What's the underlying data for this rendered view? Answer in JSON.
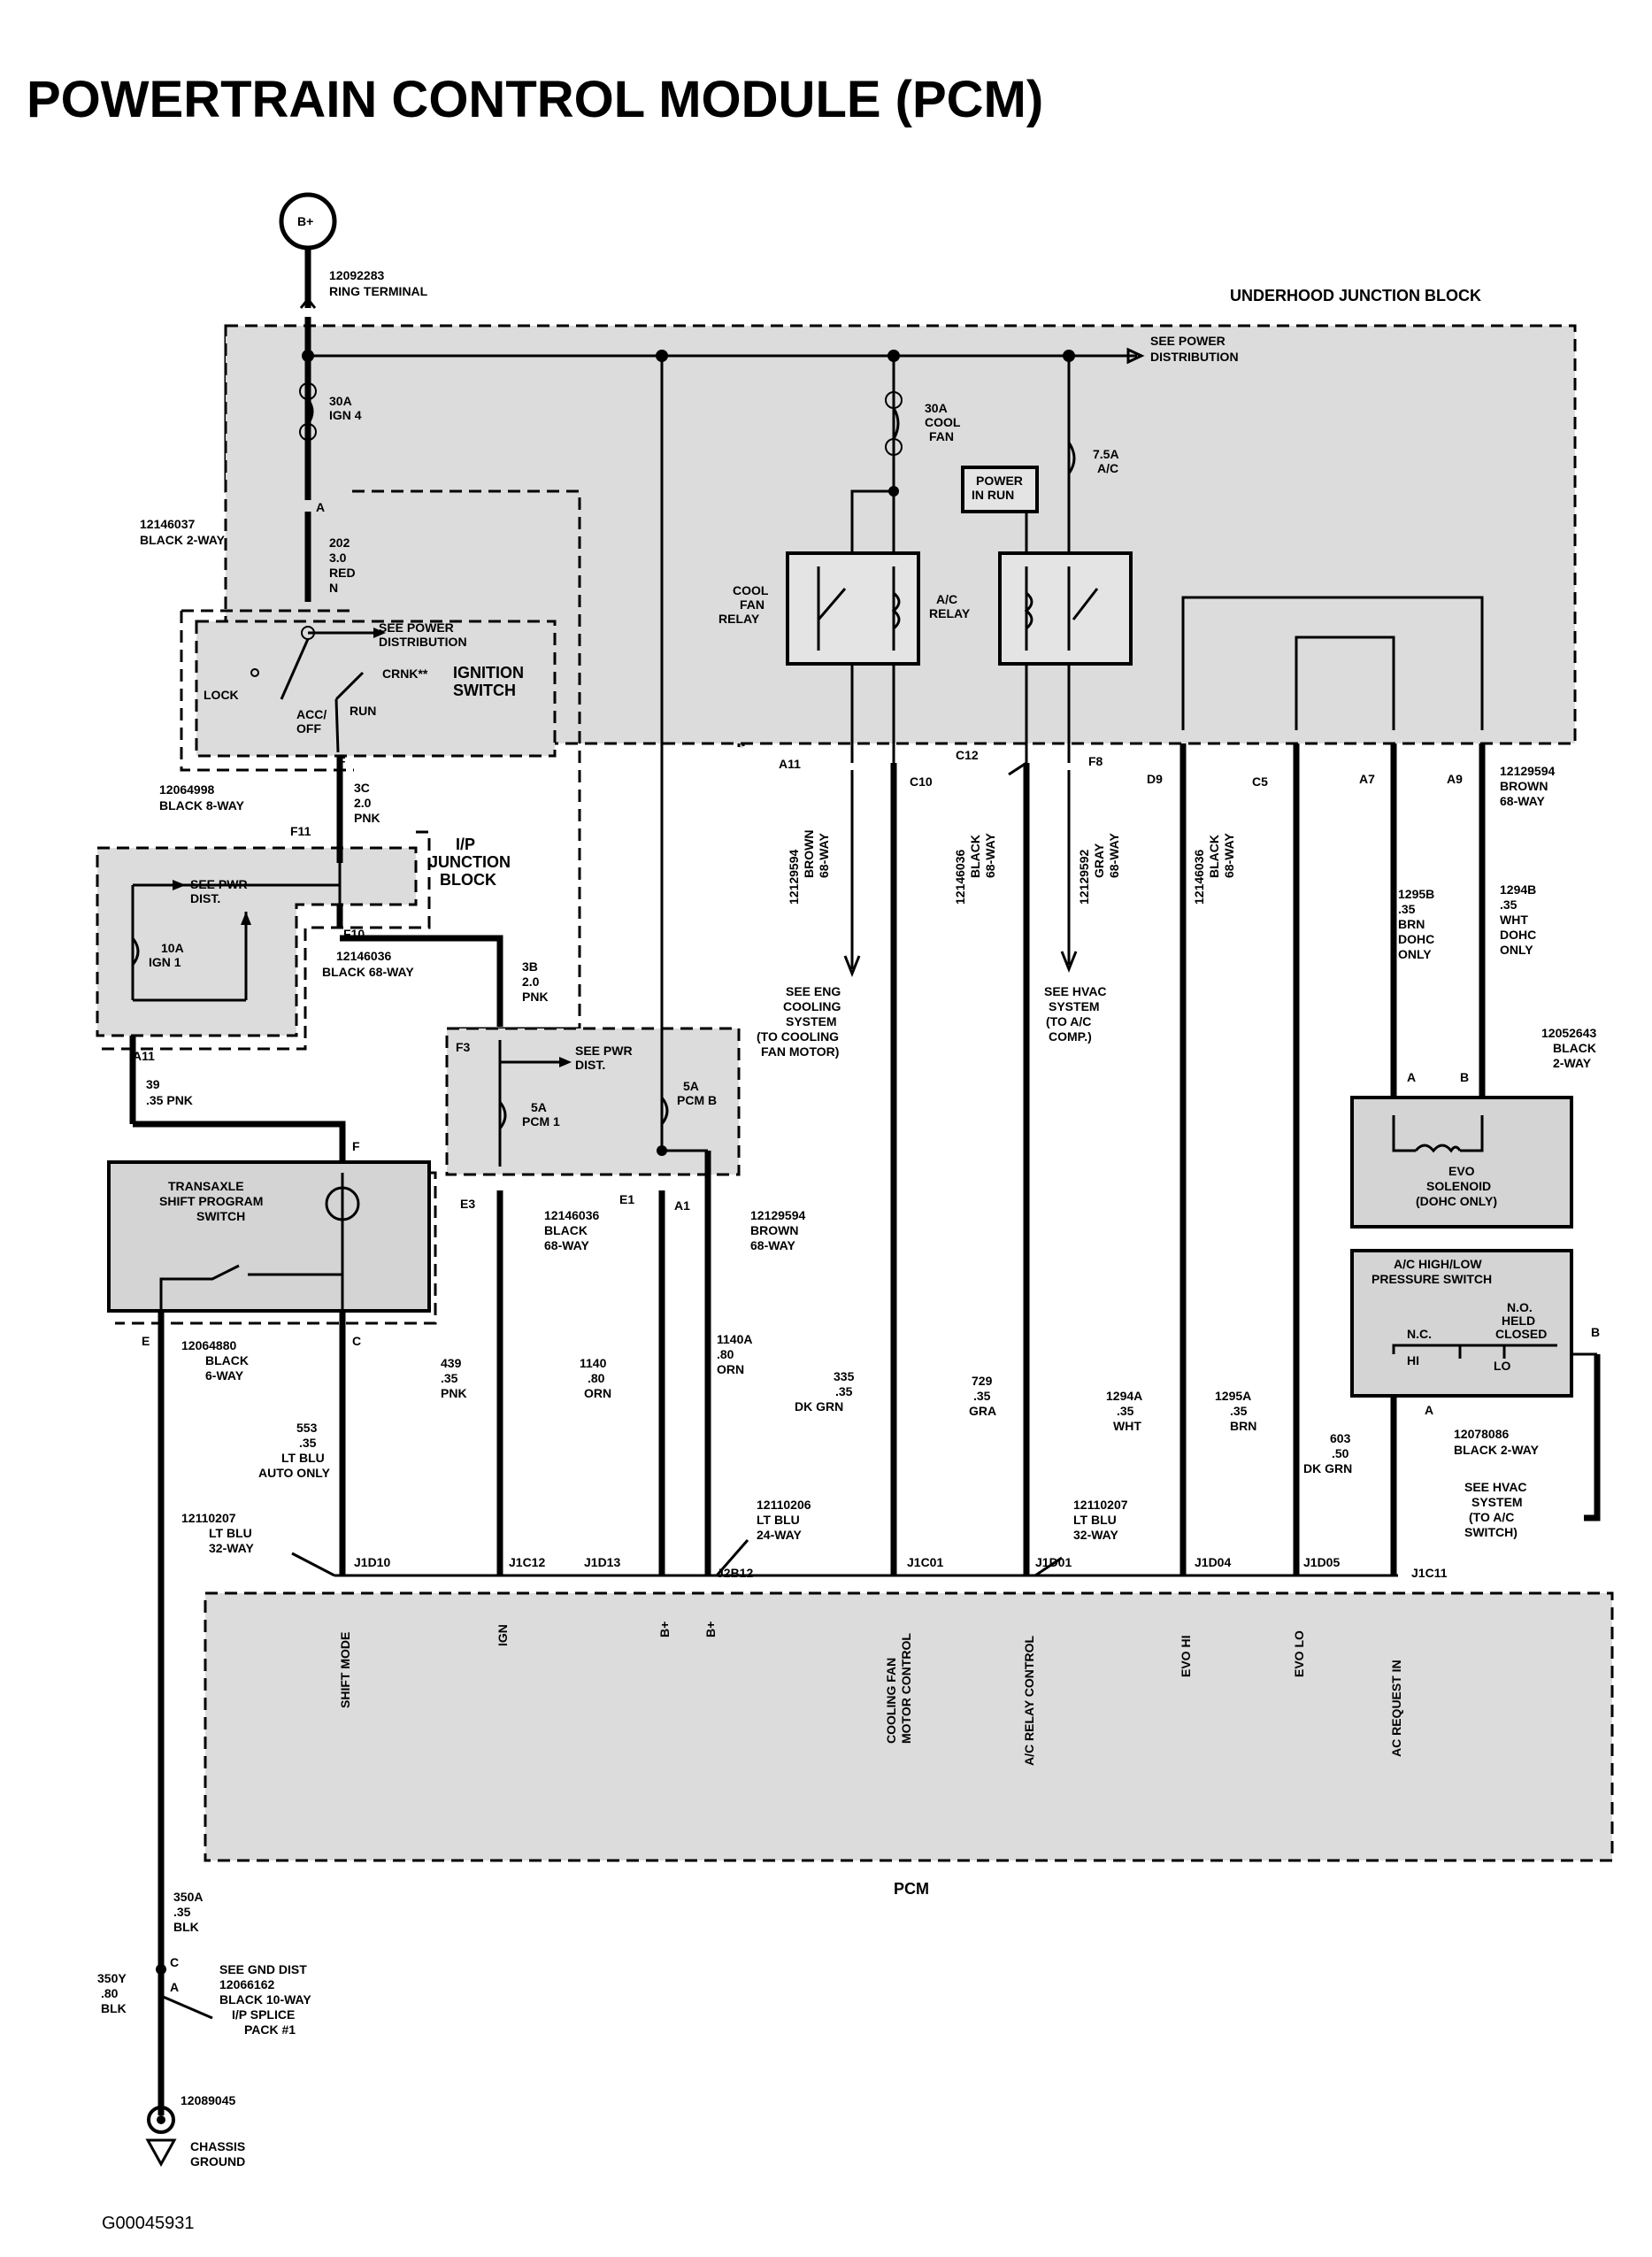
{
  "title": "POWERTRAIN CONTROL MODULE (PCM)",
  "figure_id": "G00045931",
  "battery": {
    "label": "B+",
    "terminal": "12092283\nRING TERMINAL"
  },
  "underhood_block": {
    "label": "UNDERHOOD JUNCTION BLOCK",
    "see_power": "SEE POWER\nDISTRIBUTION",
    "fuse_ign4": "30A\nIGN 4",
    "fuse_cool": "30A\nCOOL\nFAN",
    "fuse_ac": "7.5A\nA/C",
    "power_in_run": "POWER\nIN RUN",
    "cool_fan_relay": "COOL\nFAN\nRELAY",
    "ac_relay": "A/C\nRELAY"
  },
  "ignition": {
    "connector": "12146037\nBLACK 2-WAY",
    "pin_a": "A",
    "wire": "202\n3.0\nRED",
    "pin_n": "N",
    "see_power": "SEE POWER\nDISTRIBUTION",
    "lock": "LOCK",
    "crnk": "CRNK**",
    "acc_off": "ACC/\nOFF",
    "run": "RUN",
    "switch": "IGNITION\nSWITCH",
    "pin_f": "F",
    "connector2": "12064998\nBLACK 8-WAY",
    "wire2": "3C\n2.0\nPNK"
  },
  "ip_block": {
    "f11": "F11",
    "label": "I/P\nJUNCTION\nBLOCK",
    "see_pwr": "SEE PWR\nDIST.",
    "fuse": "10A\nIGN 1",
    "f10": "F10",
    "connector": "12146036\nBLACK 68-WAY",
    "a11": "A11",
    "wire": "39\n.35 PNK"
  },
  "pcm_fuses": {
    "f3": "F3",
    "wire": "3B\n2.0\nPNK",
    "see_pwr": "SEE PWR\nDIST.",
    "fuse1": "5A\nPCM 1",
    "fuse2": "5A\nPCM B",
    "e3": "E3",
    "e1": "E1",
    "a1": "A1",
    "conn_e": "12146036\nBLACK\n68-WAY",
    "conn_a": "12129594\nBROWN\n68-WAY"
  },
  "transaxle": {
    "pin_f": "F",
    "label": "TRANSAXLE\nSHIFT PROGRAM\nSWITCH",
    "pin_e": "E",
    "pin_c": "C",
    "connector": "12064880\nBLACK\n6-WAY"
  },
  "relay_pins": {
    "a11": "A11",
    "c12": "C12",
    "c10": "C10",
    "f8": "F8",
    "d9": "D9",
    "c5": "C5",
    "a7": "A7",
    "a9": "A9"
  },
  "relay_conns": {
    "brown": "12129594\nBROWN\n68-WAY",
    "black1": "12146036\nBLACK\n68-WAY",
    "gray": "12129592\nGRAY\n68-WAY",
    "black2": "12146036\nBLACK\n68-WAY",
    "brown_r": "12129594\nBROWN\n68-WAY"
  },
  "see_eng": "SEE ENG\nCOOLING\nSYSTEM\n(TO COOLING\nFAN MOTOR)",
  "see_hvac": "SEE HVAC\nSYSTEM\n(TO A/C\nCOMP.)",
  "evo": {
    "w1": "1295B\n.35\nBRN\nDOHC\nONLY",
    "w2": "1294B\n.35\nWHT\nDOHC\nONLY",
    "conn": "12052643\nBLACK\n2-WAY",
    "pin_a": "A",
    "pin_b": "B",
    "solenoid": "EVO\nSOLENOID\n(DOHC ONLY)"
  },
  "ac_switch": {
    "label": "A/C HIGH/LOW\nPRESSURE SWITCH",
    "no": "N.O.\nHELD\nCLOSED",
    "nc": "N.C.",
    "hi": "HI",
    "lo": "LO",
    "pin_b": "B",
    "pin_a": "A",
    "conn": "12078086\nBLACK 2-WAY",
    "see_hvac": "SEE HVAC\nSYSTEM\n(TO A/C\nSWITCH)"
  },
  "wires": {
    "w553": "553\n.35\nLT BLU\nAUTO ONLY",
    "w439": "439\n.35\nPNK",
    "w1140": "1140\n.80\nORN",
    "w1140a": "1140A\n.80\nORN",
    "w335": "335\n.35\nDK GRN",
    "w729": "729\n.35\nGRA",
    "w1294a": "1294A\n.35\nWHT",
    "w1295a": "1295A\n.35\nBRN",
    "w603": "603\n.50\nDK GRN"
  },
  "pcm_conns": {
    "c1": "12110207\nLT BLU\n32-WAY",
    "c2": "12110206\nLT BLU\n24-WAY",
    "c3": "12110207\nLT BLU\n32-WAY"
  },
  "pcm_pins": {
    "j1d10": "J1D10",
    "j1c12": "J1C12",
    "j1d13": "J1D13",
    "j2b12": "J2B12",
    "j1c01": "J1C01",
    "j1d01": "J1D01",
    "j1d04": "J1D04",
    "j1d05": "J1D05",
    "j1c11": "J1C11"
  },
  "pcm": {
    "label": "PCM",
    "f1": "SHIFT MODE",
    "f2": "IGN",
    "f3": "B+",
    "f4": "B+",
    "f5": "COOLING FAN\nMOTOR CONTROL",
    "f6": "A/C RELAY CONTROL",
    "f7": "EVO HI",
    "f8": "EVO LO",
    "f9": "AC REQUEST IN"
  },
  "ground": {
    "w350a": "350A\n.35\nBLK",
    "pin_c": "C",
    "pin_a": "A",
    "w350y": "350Y\n.80\nBLK",
    "see_gnd": "SEE GND DIST\n12066162\nBLACK 10-WAY\nI/P SPLICE\nPACK #1",
    "terminal": "12089045",
    "label": "CHASSIS\nGROUND"
  }
}
